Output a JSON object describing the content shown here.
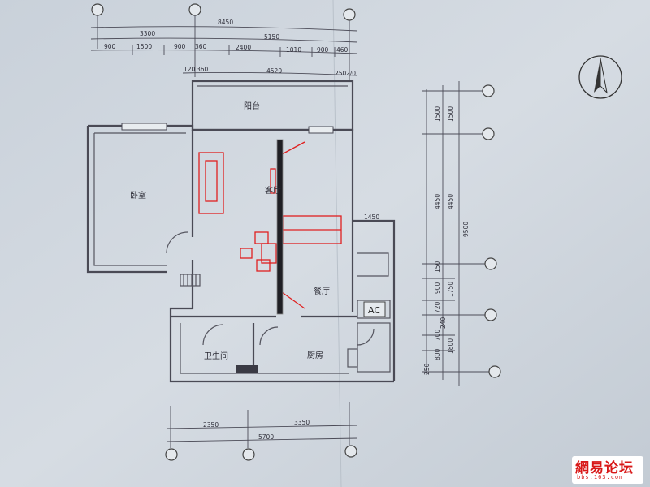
{
  "top_dims": {
    "total": "8450",
    "sub1": "3300",
    "sub2": "5150",
    "row3": [
      "900",
      "1500",
      "900",
      "360",
      "2400",
      "1010",
      "900",
      "460"
    ],
    "row4_a": "120",
    "row4_b": "360",
    "row4_c": "4520",
    "row4_d": "250",
    "row4_e": "2/0"
  },
  "rooms": {
    "balcony": "阳台",
    "bedroom": "卧室",
    "living": "客厅",
    "dining": "餐厅",
    "bathroom": "卫生间",
    "kitchen": "厨房",
    "ac": "AC"
  },
  "side_dims": {
    "d1500a": "1500",
    "d1500b": "1500",
    "d4450a": "4450",
    "d4450b": "4450",
    "d9500": "9500",
    "d1450": "1450",
    "d150": "150",
    "d900": "900",
    "d1750": "1750",
    "d720": "720",
    "d700": "700",
    "d240": "240",
    "d800": "800",
    "d1800": "1800",
    "d250": "250"
  },
  "bottom_dims": {
    "left": "2350",
    "right": "3350",
    "total": "5700"
  },
  "watermark": {
    "title": "網易论坛",
    "url": "bbs.163.com"
  }
}
